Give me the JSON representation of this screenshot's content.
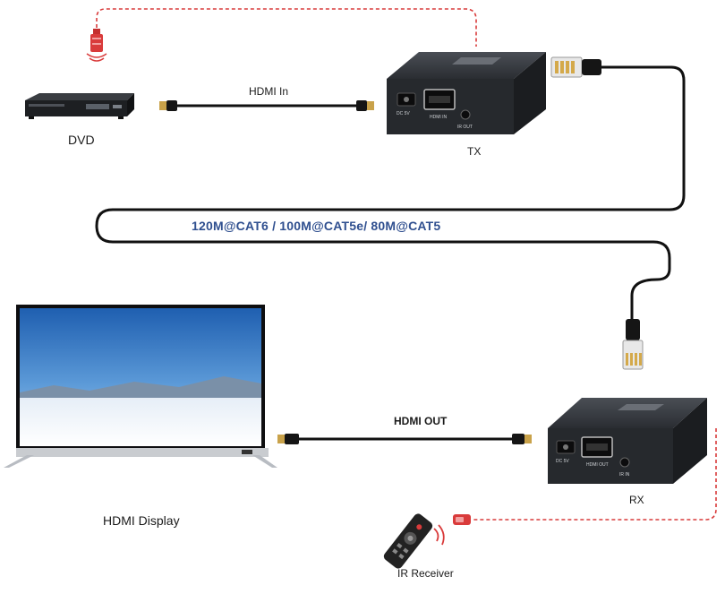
{
  "labels": {
    "dvd": "DVD",
    "hdmi_in": "HDMI In",
    "tx": "TX",
    "cable_spec": "120M@CAT6 / 100M@CAT5e/ 80M@CAT5",
    "hdmi_out": "HDMI OUT",
    "rx": "RX",
    "hdmi_display": "HDMI Display",
    "ir_receiver": "IR Receiver"
  },
  "tx_ports": {
    "dc": "DC 5V",
    "hdmi": "HDMI IN",
    "ir": "IR OUT"
  },
  "rx_ports": {
    "dc": "DC 5V",
    "hdmi": "HDMI OUT",
    "ir": "IR IN"
  },
  "colors": {
    "ir_cable": "#d93b3b",
    "cat_cable": "#111111",
    "cable_spec_text": "#2f4f8f",
    "device_body": "#2b2e33"
  },
  "icons": {
    "ir_emitter": "ir-emitter-icon",
    "rj45_plug": "rj45-plug-icon",
    "hdmi_plug": "hdmi-plug-icon",
    "remote": "remote-control-icon",
    "ir_signal": "ir-signal-icon"
  }
}
